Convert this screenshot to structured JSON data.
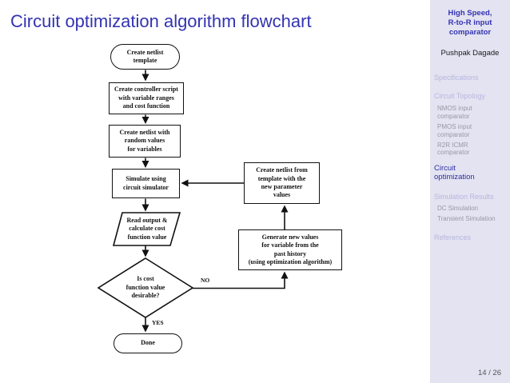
{
  "header": {
    "title": "Circuit optimization algorithm flowchart"
  },
  "flowchart": {
    "nodes": {
      "start": "Create netlist\ntemplate",
      "controller": "Create controller script\nwith variable ranges\nand cost function",
      "random": "Create netlist with\nrandom values\nfor variables",
      "simulate": "Simulate using\ncircuit simulator",
      "read_output": "Read output &\ncalculate cost\nfunction value",
      "decision": "Is cost\nfunction value\ndesirable?",
      "done": "Done",
      "new_netlist": "Create netlist from\ntemplate with the\nnew parameter\nvalues",
      "generate": "Generate new values\nfor variable from the\npast history\n(using optimization algorithm)"
    },
    "labels": {
      "yes": "YES",
      "no": "NO"
    }
  },
  "sidebar": {
    "title": "High Speed,\nR-to-R input\ncomparator",
    "author": "Pushpak Dagade",
    "items": [
      {
        "label": "Specifications",
        "level": "section",
        "state": "inactive"
      },
      {
        "label": "Circuit Topology",
        "level": "section",
        "state": "inactive"
      },
      {
        "label": "NMOS input\ncomparator",
        "level": "subsection",
        "state": "inactive"
      },
      {
        "label": "PMOS input\ncomparator",
        "level": "subsection",
        "state": "inactive"
      },
      {
        "label": "R2R ICMR\ncomparator",
        "level": "subsection",
        "state": "inactive"
      },
      {
        "label": "Circuit\noptimization",
        "level": "section",
        "state": "active"
      },
      {
        "label": "Simulation Results",
        "level": "section",
        "state": "inactive"
      },
      {
        "label": "DC Simulation",
        "level": "subsection",
        "state": "inactive"
      },
      {
        "label": "Transient Simulation",
        "level": "subsection",
        "state": "inactive"
      },
      {
        "label": "References",
        "level": "section",
        "state": "inactive"
      }
    ],
    "page_number": "14 / 26"
  },
  "colors": {
    "accent": "#3333b3",
    "sidebar_bg": "#e3e3f1",
    "sidebar_faded": "#b6b6e0",
    "sidebar_subitem": "#9b98a4",
    "sidebar_active": "#2e2ea2",
    "diagram_line": "#111111",
    "page_number": "#555555"
  }
}
